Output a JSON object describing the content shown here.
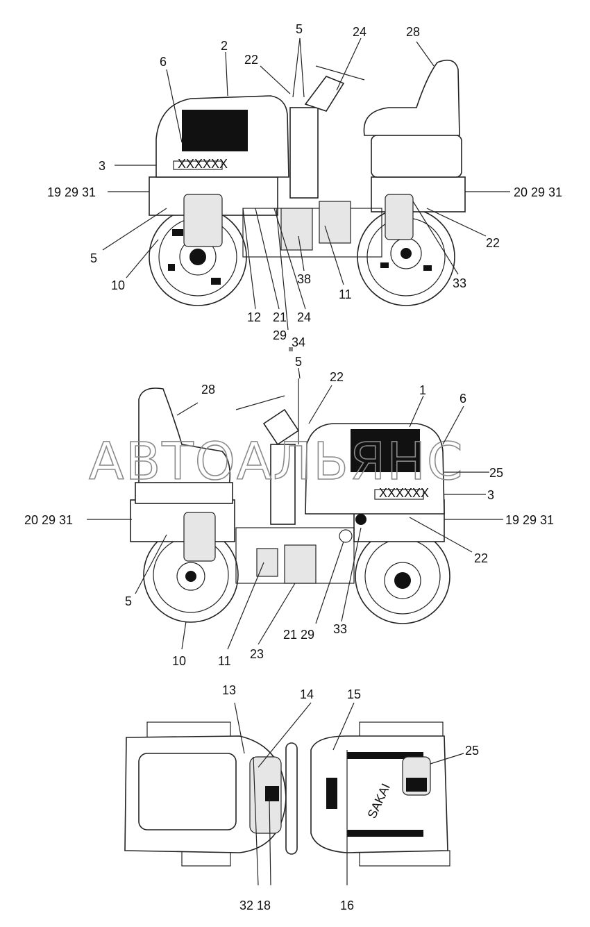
{
  "watermark": "АВТОАЛЬЯНС",
  "views": {
    "top_side": {
      "labels": [
        {
          "id": "l5a",
          "text": "5"
        },
        {
          "id": "l24a",
          "text": "24"
        },
        {
          "id": "l28a",
          "text": "28"
        },
        {
          "id": "l22a",
          "text": "22"
        },
        {
          "id": "l6a",
          "text": "6"
        },
        {
          "id": "l2a",
          "text": "2"
        },
        {
          "id": "l3a",
          "text": "3"
        },
        {
          "id": "l192931a",
          "text": "19 29 31"
        },
        {
          "id": "l202931a",
          "text": "20 29 31"
        },
        {
          "id": "l5b",
          "text": "5"
        },
        {
          "id": "l10a",
          "text": "10"
        },
        {
          "id": "l22b",
          "text": "22"
        },
        {
          "id": "l33a",
          "text": "33"
        },
        {
          "id": "l38a",
          "text": "38"
        },
        {
          "id": "l11a",
          "text": "11"
        },
        {
          "id": "l12a",
          "text": "12"
        },
        {
          "id": "l21a",
          "text": "21"
        },
        {
          "id": "l24b",
          "text": "24"
        },
        {
          "id": "l29a",
          "text": "29"
        },
        {
          "id": "l34a",
          "text": "34"
        }
      ]
    },
    "middle_side": {
      "labels": [
        {
          "id": "l5c",
          "text": "5"
        },
        {
          "id": "l22c",
          "text": "22"
        },
        {
          "id": "l1a",
          "text": "1"
        },
        {
          "id": "l6b",
          "text": "6"
        },
        {
          "id": "l28b",
          "text": "28"
        },
        {
          "id": "l25a",
          "text": "25"
        },
        {
          "id": "l3b",
          "text": "3"
        },
        {
          "id": "l202931b",
          "text": "20 29 31"
        },
        {
          "id": "l192931b",
          "text": "19 29 31"
        },
        {
          "id": "l22d",
          "text": "22"
        },
        {
          "id": "l5d",
          "text": "5"
        },
        {
          "id": "l2129a",
          "text": "21 29"
        },
        {
          "id": "l33b",
          "text": "33"
        },
        {
          "id": "l23a",
          "text": "23"
        },
        {
          "id": "l10b",
          "text": "10"
        },
        {
          "id": "l11b",
          "text": "11"
        }
      ]
    },
    "top_view": {
      "labels": [
        {
          "id": "l13a",
          "text": "13"
        },
        {
          "id": "l14a",
          "text": "14"
        },
        {
          "id": "l15a",
          "text": "15"
        },
        {
          "id": "l25b",
          "text": "25"
        },
        {
          "id": "l3218a",
          "text": "32 18"
        },
        {
          "id": "l16a",
          "text": "16"
        }
      ]
    }
  },
  "decal_text": "XXXXXX",
  "brand_text": "SAKAI"
}
